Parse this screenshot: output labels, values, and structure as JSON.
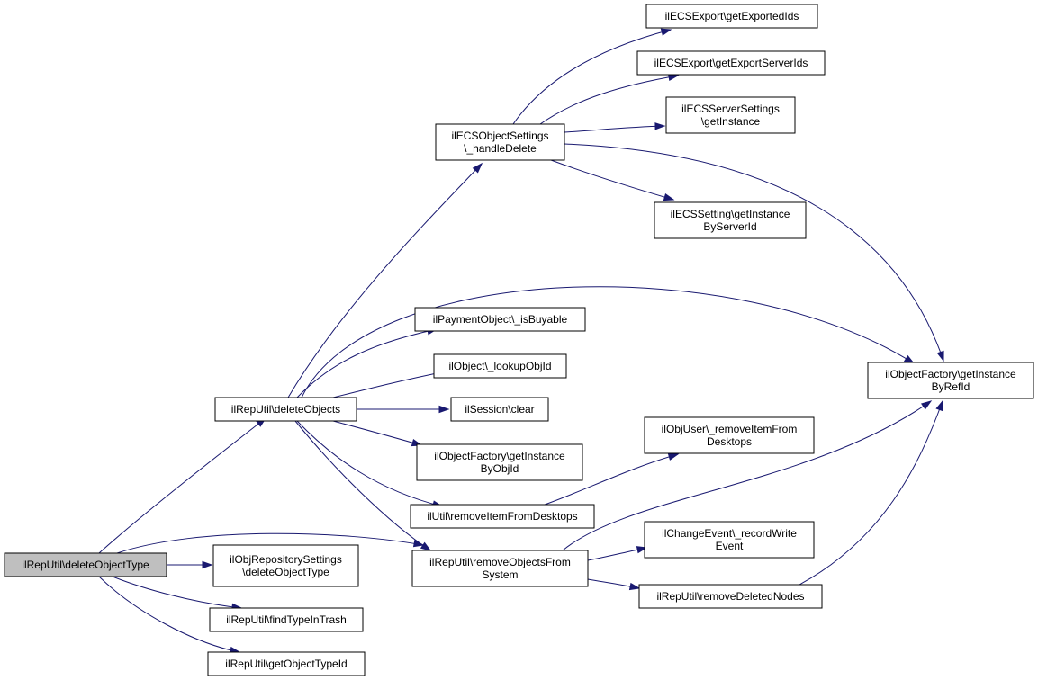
{
  "diagram": {
    "type": "call-graph",
    "colors": {
      "edge": "#191970",
      "root_fill": "#bfbfbf",
      "node_fill": "#ffffff",
      "node_border": "#000000"
    },
    "nodes": [
      {
        "id": "deleteObjectType",
        "lines": [
          "ilRepUtil\\deleteObjectType"
        ],
        "root": true
      },
      {
        "id": "deleteObjects",
        "lines": [
          "ilRepUtil\\deleteObjects"
        ]
      },
      {
        "id": "repoSettingsDelete",
        "lines": [
          "ilObjRepositorySettings",
          "\\deleteObjectType"
        ]
      },
      {
        "id": "findTypeInTrash",
        "lines": [
          "ilRepUtil\\findTypeInTrash"
        ]
      },
      {
        "id": "getObjectTypeId",
        "lines": [
          "ilRepUtil\\getObjectTypeId"
        ]
      },
      {
        "id": "ecsHandleDelete",
        "lines": [
          "ilECSObjectSettings",
          "\\_handleDelete"
        ]
      },
      {
        "id": "isBuyable",
        "lines": [
          "ilPaymentObject\\_isBuyable"
        ]
      },
      {
        "id": "lookupObjId",
        "lines": [
          "ilObject\\_lookupObjId"
        ]
      },
      {
        "id": "sessionClear",
        "lines": [
          "ilSession\\clear"
        ]
      },
      {
        "id": "getInstanceByObjId",
        "lines": [
          "ilObjectFactory\\getInstance",
          "ByObjId"
        ]
      },
      {
        "id": "removeItemFromDesktops",
        "lines": [
          "ilUtil\\removeItemFromDesktops"
        ]
      },
      {
        "id": "removeObjectsFromSystem",
        "lines": [
          "ilRepUtil\\removeObjectsFrom",
          "System"
        ]
      },
      {
        "id": "getExportedIds",
        "lines": [
          "ilECSExport\\getExportedIds"
        ]
      },
      {
        "id": "getExportServerIds",
        "lines": [
          "ilECSExport\\getExportServerIds"
        ]
      },
      {
        "id": "ecsServerGetInstance",
        "lines": [
          "ilECSServerSettings",
          "\\getInstance"
        ]
      },
      {
        "id": "getInstanceByServerId",
        "lines": [
          "ilECSSetting\\getInstance",
          "ByServerId"
        ]
      },
      {
        "id": "userRemoveItemFromDesktops",
        "lines": [
          "ilObjUser\\_removeItemFrom",
          "Desktops"
        ]
      },
      {
        "id": "recordWriteEvent",
        "lines": [
          "ilChangeEvent\\_recordWrite",
          "Event"
        ]
      },
      {
        "id": "removeDeletedNodes",
        "lines": [
          "ilRepUtil\\removeDeletedNodes"
        ]
      },
      {
        "id": "getInstanceByRefId",
        "lines": [
          "ilObjectFactory\\getInstance",
          "ByRefId"
        ]
      }
    ],
    "edges": [
      {
        "from": "deleteObjectType",
        "to": "deleteObjects"
      },
      {
        "from": "deleteObjectType",
        "to": "repoSettingsDelete"
      },
      {
        "from": "deleteObjectType",
        "to": "findTypeInTrash"
      },
      {
        "from": "deleteObjectType",
        "to": "getObjectTypeId"
      },
      {
        "from": "deleteObjectType",
        "to": "removeObjectsFromSystem"
      },
      {
        "from": "deleteObjects",
        "to": "ecsHandleDelete"
      },
      {
        "from": "deleteObjects",
        "to": "getInstanceByRefId"
      },
      {
        "from": "deleteObjects",
        "to": "isBuyable"
      },
      {
        "from": "deleteObjects",
        "to": "lookupObjId"
      },
      {
        "from": "deleteObjects",
        "to": "sessionClear"
      },
      {
        "from": "deleteObjects",
        "to": "getInstanceByObjId"
      },
      {
        "from": "deleteObjects",
        "to": "removeItemFromDesktops"
      },
      {
        "from": "deleteObjects",
        "to": "removeObjectsFromSystem"
      },
      {
        "from": "ecsHandleDelete",
        "to": "getExportedIds"
      },
      {
        "from": "ecsHandleDelete",
        "to": "getExportServerIds"
      },
      {
        "from": "ecsHandleDelete",
        "to": "ecsServerGetInstance"
      },
      {
        "from": "ecsHandleDelete",
        "to": "getInstanceByServerId"
      },
      {
        "from": "ecsHandleDelete",
        "to": "getInstanceByRefId"
      },
      {
        "from": "removeItemFromDesktops",
        "to": "userRemoveItemFromDesktops"
      },
      {
        "from": "removeObjectsFromSystem",
        "to": "getInstanceByRefId"
      },
      {
        "from": "removeObjectsFromSystem",
        "to": "recordWriteEvent"
      },
      {
        "from": "removeObjectsFromSystem",
        "to": "removeDeletedNodes"
      },
      {
        "from": "removeDeletedNodes",
        "to": "getInstanceByRefId"
      }
    ]
  }
}
